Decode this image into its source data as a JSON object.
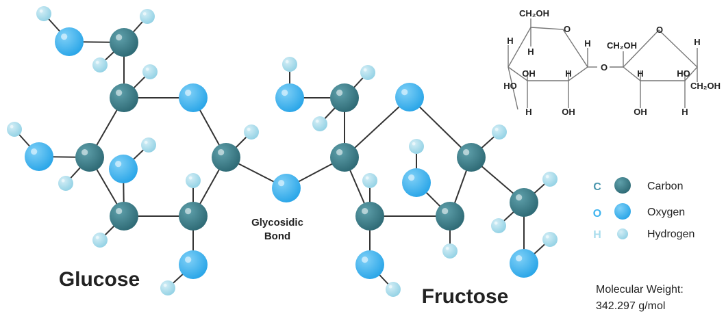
{
  "labels": {
    "glucose": "Glucose",
    "fructose": "Fructose",
    "bond_line1": "Glycosidic",
    "bond_line2": "Bond"
  },
  "legend": {
    "items": [
      {
        "symbol": "C",
        "name": "Carbon",
        "color": "#3b7a86"
      },
      {
        "symbol": "O",
        "name": "Oxygen",
        "color": "#3fb4ef"
      },
      {
        "symbol": "H",
        "name": "Hydrogen",
        "color": "#a8dcec"
      }
    ]
  },
  "molecular_weight": {
    "label": "Molecular Weight:",
    "value": "342.297 g/mol"
  },
  "structural_formula": {
    "ring_oxygen": "O",
    "bridge_oxygen": "O",
    "glucose_top_group": "CH₂OH",
    "fructose_top_group": "CH₂OH",
    "fructose_right_group": "CH₂OH",
    "hydrogen": "H",
    "hydroxyl": "OH",
    "hydroxyl_left": "HO"
  },
  "colors": {
    "carbon": "#3b7a86",
    "oxygen": "#3fb4ef",
    "hydrogen": "#a8dcec",
    "bond": "#333333",
    "text": "#222222"
  }
}
